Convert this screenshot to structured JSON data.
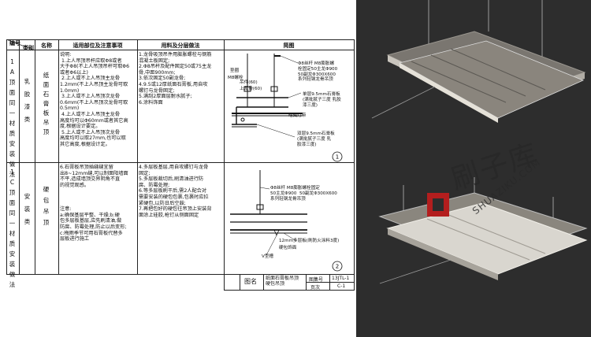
{
  "table": {
    "headers": {
      "code": "编号",
      "category": "类别",
      "name": "名称",
      "usage": "适用部位及注意事项",
      "materials": "用料及分层做法",
      "sketch": "简图"
    },
    "rows": [
      {
        "code": "1A顶面同一材质安装做法",
        "category": "乳胶漆类",
        "name": "纸面石膏板吊顶",
        "usage": "说明:\n 1.上人吊顶吊杆应取Φ8或者\n大于Φ8(不上人吊顶吊杆可取Φ6\n或者Φ6以上)\n 2.上人或不上人吊顶主龙骨\n1.2mm(不上人吊顶主龙骨可取\n1.0mm)\n 3.上人或不上人吊顶次龙骨\n0.6mm(不上人吊顶次龙骨可取\n0.5mm)\n 4.上人或不上人吊顶主龙骨\n高度均可以Φ60mm或者其它高\n度,根据设计要定。\n 5.上人或不上人吊顶次龙骨\n高度均可以取27mm,也可以取\n其它高度,根据设计定。",
        "materials": "1.龙骨吸顶吊件用膨胀螺栓与钢筋\n混凝土板固定;\n2.Φ8吊杆及配件固定50或75主龙\n骨,中距900mm;\n3.依次固定50副龙骨;\n4.9.5或12厚纸面石膏板,用自攻\n螺钉与龙骨固定;\n5.满刮2厚面层耐水腻子;\n6.涂料饰面",
        "sketch_callouts": [
          "Φ8丝杆 M8膨胀螺\n栓固定50主龙Φ900\n50副龙Φ300X600\n系列轻钢龙骨吊顶",
          "垫圈",
          "M8螺栓",
          "吊件(60)",
          "上龙骨(60)",
          "单层9.5mm石膏板\n(满批腻子三度 乳胶\n漆三度)",
          "暗藏灯带",
          "双层9.5mm石膏板\n(满批腻子三度 乳\n胶漆三度)"
        ],
        "sketch_no": "1"
      },
      {
        "code": "1C顶面同一材质安装做法",
        "category": "安装类",
        "name": "硬包吊顶",
        "usage": "6.石膏板吊顶插缝缝宜留\n出8~12mm缝,可以制面阳墙面\n不平,造成墙顶交界阴角不直\n的视觉观感。\n\n\n\n注意:\na:确保基层平整、干燥;b:硬\n包多层板基层,应先刷清油,做\n防腐、防霉处理,防止以后变形;\nc:梅雨季节可用石膏板代替多\n层板进行施工",
        "materials": "4.多层板基层,用自攻螺钉与龙骨\n固定;\n5.多层板裁切后,刷清油进行防\n腐、防霉处理;\n6.等多层板刷干后,需2人配合对\n需要安装的硬包包裹,包裹时应拉\n紧硬包,以防日后空鼓;\n7.再把包好的硬包往吊顶上安装背\n面涂上硅胶,枪钉从侧面固定",
        "sketch_callouts": [
          "Φ8丝杆 M8膨胀螺栓固定\n50主龙Φ900  50副龙Φ300X600\n系列轻钢龙骨吊顶",
          "12mm多层板(刷防火涂料3度)",
          "硬包饰面",
          "V型槽"
        ],
        "sketch_no": "2"
      }
    ]
  },
  "titleblock": {
    "figure_name_label": "图名",
    "figure_name": "纸面石膏板吊顶\n硬包吊顶",
    "drawing_no_label": "图集号",
    "drawing_no": "13JTL-1",
    "page_label": "页次",
    "page": "C-1"
  },
  "watermark": {
    "cn": "刷子库",
    "en": "SHUAZIKU.COM"
  }
}
